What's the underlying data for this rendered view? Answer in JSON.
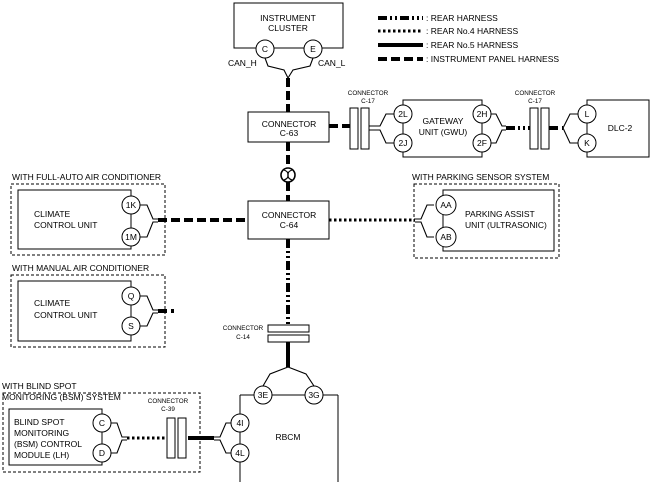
{
  "legend": {
    "rear_harness": ": REAR HARNESS",
    "rear_no4_harness": ": REAR No.4 HARNESS",
    "rear_no5_harness": ": REAR No.5 HARNESS",
    "instrument_panel_harness": ": INSTRUMENT PANEL HARNESS"
  },
  "instrument_cluster": {
    "line1": "INSTRUMENT",
    "line2": "CLUSTER",
    "pin_c": "C",
    "pin_e": "E",
    "can_h": "CAN_H",
    "can_l": "CAN_L"
  },
  "connector_c63": {
    "line1": "CONNECTOR",
    "line2": "C-63"
  },
  "connector_c64": {
    "line1": "CONNECTOR",
    "line2": "C-64"
  },
  "connector_c17_left": {
    "line1": "CONNECTOR",
    "line2": "C-17"
  },
  "connector_c17_right": {
    "line1": "CONNECTOR",
    "line2": "C-17"
  },
  "connector_c14": {
    "line1": "CONNECTOR",
    "line2": "C-14"
  },
  "connector_c39": {
    "line1": "CONNECTOR",
    "line2": "C-39"
  },
  "gateway_unit": {
    "line1": "GATEWAY",
    "line2": "UNIT (GWU)",
    "pin_2l": "2L",
    "pin_2j": "2J",
    "pin_2h": "2H",
    "pin_2f": "2F"
  },
  "dlc2": {
    "label": "DLC-2",
    "pin_l": "L",
    "pin_k": "K"
  },
  "full_auto_group": {
    "heading": "WITH FULL-AUTO AIR CONDITIONER",
    "line1": "CLIMATE",
    "line2": "CONTROL UNIT",
    "pin_1k": "1K",
    "pin_1m": "1M"
  },
  "manual_group": {
    "heading": "WITH MANUAL AIR CONDITIONER",
    "line1": "CLIMATE",
    "line2": "CONTROL UNIT",
    "pin_q": "Q",
    "pin_s": "S"
  },
  "parking_group": {
    "heading": "WITH PARKING SENSOR SYSTEM",
    "line1": "PARKING ASSIST",
    "line2": "UNIT (ULTRASONIC)",
    "pin_aa": "AA",
    "pin_ab": "AB"
  },
  "bsm_group": {
    "heading1": "WITH BLIND SPOT",
    "heading2": "MONITORING (BSM) SYSTEM",
    "line1": "BLIND SPOT",
    "line2": "MONITORING",
    "line3": "(BSM) CONTROL",
    "line4": "MODULE (LH)",
    "pin_c": "C",
    "pin_d": "D"
  },
  "rbcm": {
    "label": "RBCM",
    "pin_3e": "3E",
    "pin_3g": "3G",
    "pin_4i": "4I",
    "pin_4l": "4L"
  },
  "twisted_pair_icon": "twisted-pair-icon"
}
